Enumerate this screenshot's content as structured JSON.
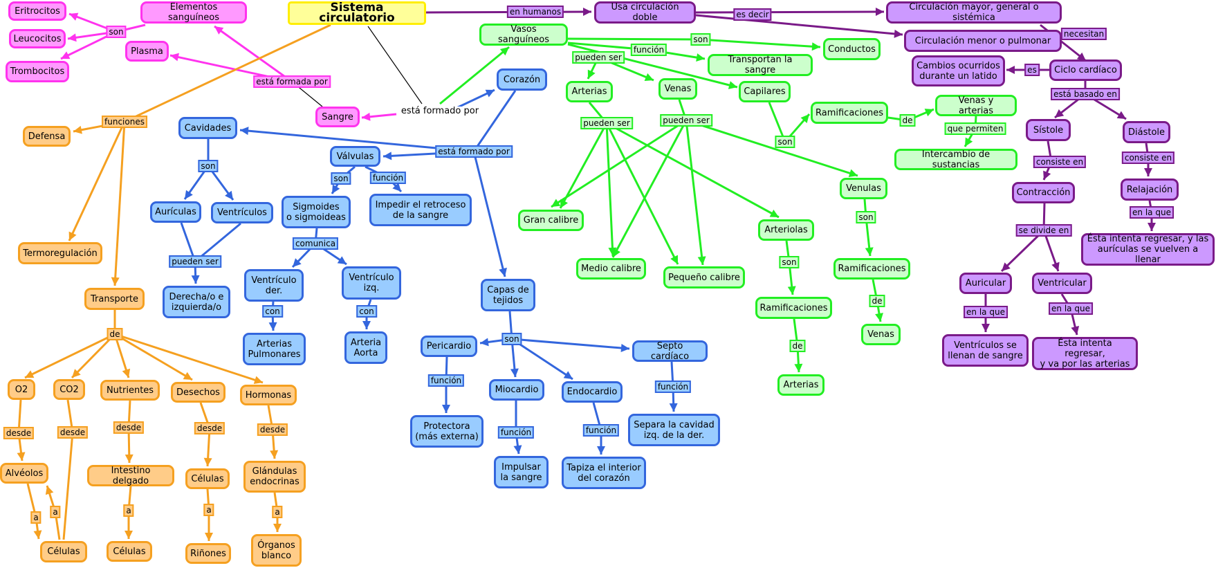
{
  "colors": {
    "yellow": {
      "fill": "#ffff99",
      "stroke": "#ffee00"
    },
    "pink": {
      "fill": "#ff99ff",
      "stroke": "#ff33ee",
      "line": "#ff33ee"
    },
    "orange": {
      "fill": "#ffcc88",
      "stroke": "#f5a020",
      "line": "#f5a020"
    },
    "blue": {
      "fill": "#99ccff",
      "stroke": "#3366dd",
      "line": "#3366dd"
    },
    "green": {
      "fill": "#ccffcc",
      "stroke": "#22ee22",
      "line": "#22ee22"
    },
    "purple": {
      "fill": "#cc99ff",
      "stroke": "#7a1a88",
      "line": "#7a1a88"
    },
    "black": {
      "line": "#000000"
    }
  },
  "concepts": {
    "sistema": "Sistema circulatorio",
    "eritrocitos": "Eritrocitos",
    "leucocitos": "Leucocitos",
    "trombocitos": "Trombocitos",
    "elementos": "Elementos sanguíneos",
    "plasma": "Plasma",
    "sangre": "Sangre",
    "defensa": "Defensa",
    "termoregulacion": "Termoregulación",
    "transporte": "Transporte",
    "o2": "O2",
    "co2": "CO2",
    "nutrientes": "Nutrientes",
    "desechos": "Desechos",
    "hormonas": "Hormonas",
    "alveolos": "Alvéolos",
    "celulas_a": "Células",
    "intestino": "Intestino delgado",
    "celulas_b": "Células",
    "celulas_c": "Células",
    "rinones": "Riñones",
    "glandulas": "Glándulas\nendocrinas",
    "organos": "Órganos\nblanco",
    "cavidades": "Cavidades",
    "auriculas": "Aurículas",
    "ventriculos": "Ventrículos",
    "derecha_izquierda": "Derecha/o e\nizquierda/o",
    "valvulas": "Válvulas",
    "sigmoides": "Sigmoides\no sigmoideas",
    "impedir": "Impedir el retroceso\nde la sangre",
    "ventriculo_der": "Ventrículo\nder.",
    "ventriculo_izq": "Ventrículo\nizq.",
    "arterias_pulmonares": "Arterias\nPulmonares",
    "arteria_aorta": "Arteria\nAorta",
    "corazon": "Corazón",
    "capas": "Capas de\ntejidos",
    "pericardio": "Pericardio",
    "miocardio": "Miocardio",
    "endocardio": "Endocardio",
    "septo": "Septo cardíaco",
    "protectora": "Protectora\n(más externa)",
    "impulsar": "Impulsar\nla sangre",
    "tapiza": "Tapiza el interior\ndel corazón",
    "separa": "Separa la cavidad\nizq. de la der.",
    "vasos": "Vasos sanguíneos",
    "conductos": "Conductos",
    "transportan": "Transportan la sangre",
    "arterias": "Arterias",
    "venas": "Venas",
    "capilares": "Capilares",
    "ramificaciones_cap": "Ramificaciones",
    "venas_y_arterias": "Venas y arterias",
    "intercambio": "Intercambio de sustancias",
    "gran_calibre": "Gran calibre",
    "medio_calibre": "Medio calibre",
    "pequeno_calibre": "Pequeño calibre",
    "arteriolas": "Arteriolas",
    "ramificaciones_art": "Ramificaciones",
    "arterias_fin": "Arterias",
    "venulas": "Venulas",
    "ramificaciones_ven": "Ramificaciones",
    "venas_fin": "Venas",
    "doble": "Usa circulación doble",
    "mayor": "Circulación mayor, general o sistémica",
    "menor": "Circulación menor o pulmonar",
    "cambios": "Cambios ocurridos\ndurante un latido",
    "ciclo": "Ciclo cardíaco",
    "sistole": "Sístole",
    "diastole": "Diástole",
    "contraccion": "Contracción",
    "relajacion": "Relajación",
    "intenta_auriculas": "Ésta intenta regresar, y las\naurículas se vuelven a llenar",
    "auricular": "Auricular",
    "ventricular": "Ventricular",
    "ventriculos_llenan": "Ventrículos se\nllenan de sangre",
    "intenta_arterias": "Ésta intenta regresar,\ny va por las arterias"
  },
  "links": {
    "son_elementos": "son",
    "formada_por": "está formada por",
    "formado_por_sangre": "está formado por",
    "funciones": "funciones",
    "de_transporte": "de",
    "desde_o2": "desde",
    "desde_co2": "desde",
    "desde_nutrientes": "desde",
    "desde_desechos": "desde",
    "desde_hormonas": "desde",
    "a_alveolos": "a",
    "a_co2": "a",
    "a_intestino": "a",
    "a_celulas": "a",
    "a_glandulas": "a",
    "formado_por_corazon": "está formado por",
    "son_cavidades": "son",
    "pueden_ser_cav": "pueden ser",
    "son_valvulas": "son",
    "funcion_valvulas": "función",
    "comunica": "comunica",
    "con_der": "con",
    "con_izq": "con",
    "son_capas": "son",
    "funcion_pericardio": "función",
    "funcion_miocardio": "función",
    "funcion_endocardio": "función",
    "funcion_septo": "función",
    "son_vasos": "son",
    "funcion_vasos": "función",
    "pueden_ser_vasos": "pueden ser",
    "pueden_ser_arterias": "pueden ser",
    "pueden_ser_venas": "pueden ser",
    "son_capilares": "son",
    "de_ramificaciones": "de",
    "que_permiten": "que permiten",
    "son_arteriolas": "son",
    "de_arteriolas": "de",
    "son_venulas": "son",
    "de_venulas": "de",
    "en_humanos": "en humanos",
    "es_decir": "es decir",
    "necesitan": "necesitan",
    "es": "es",
    "basado_en": "está basado en",
    "consiste_sistole": "consiste en",
    "consiste_diastole": "consiste en",
    "en_la_que_relajacion": "en la que",
    "divide_en": "se divide en",
    "en_la_que_auricular": "en la que",
    "en_la_que_ventricular": "en la que"
  }
}
